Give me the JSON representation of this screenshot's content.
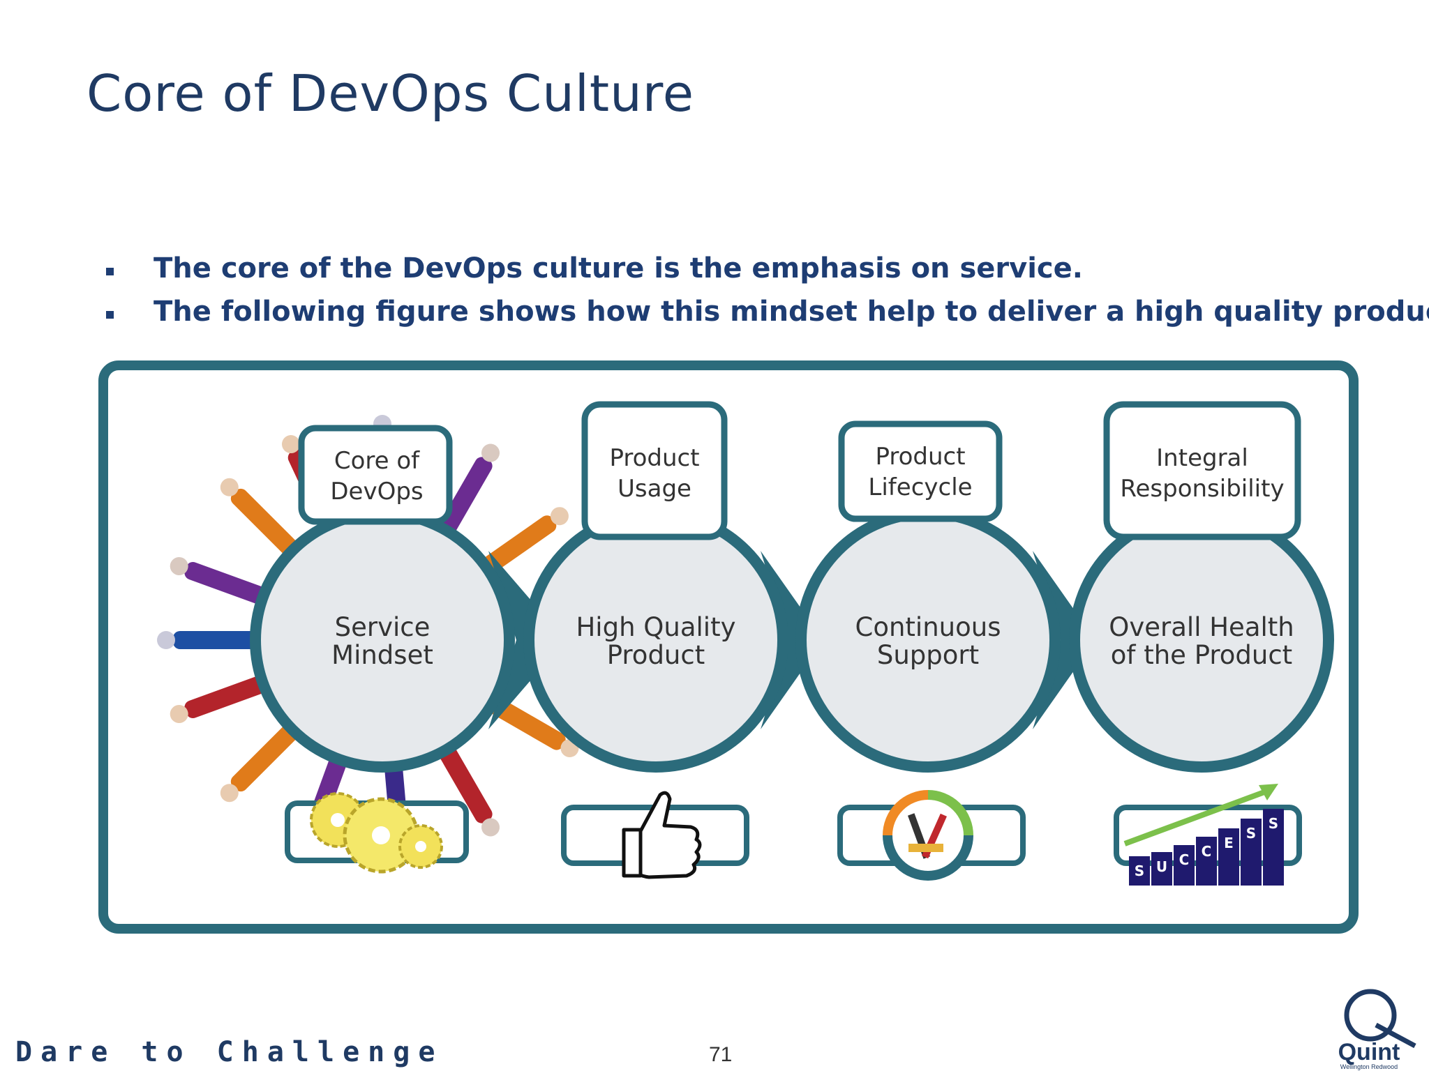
{
  "slide": {
    "title": "Core of DevOps Culture",
    "bullets": [
      "The core of the DevOps culture is the emphasis on service.",
      "The following figure shows how this mindset help to deliver a high quality product."
    ],
    "footer_tagline": "Dare to Challenge",
    "page_number": "71"
  },
  "logo": {
    "name": "Quint",
    "subtitle": "Wellington Redwood"
  },
  "diagram": {
    "stages": [
      {
        "circle": [
          "Service",
          "Mindset"
        ],
        "header": [
          "Core of",
          "DevOps"
        ],
        "icon": "gears-icon"
      },
      {
        "circle": [
          "High Quality",
          "Product"
        ],
        "header": [
          "Product",
          "Usage"
        ],
        "icon": "thumbs-up-icon"
      },
      {
        "circle": [
          "Continuous",
          "Support"
        ],
        "header": [
          "Product",
          "Lifecycle"
        ],
        "icon": "tools-cycle-icon"
      },
      {
        "circle": [
          "Overall Health",
          "of the Product"
        ],
        "header": [
          "Integral",
          "Responsibility"
        ],
        "icon": "success-stairs-icon"
      }
    ],
    "success_letters": [
      "S",
      "U",
      "C",
      "C",
      "E",
      "S",
      "S"
    ]
  },
  "colors": {
    "teal": "#2b6b7b",
    "circle_fill": "#e6e9ec",
    "title_blue": "#1f3a63",
    "bullet_blue": "#1e3d73"
  }
}
